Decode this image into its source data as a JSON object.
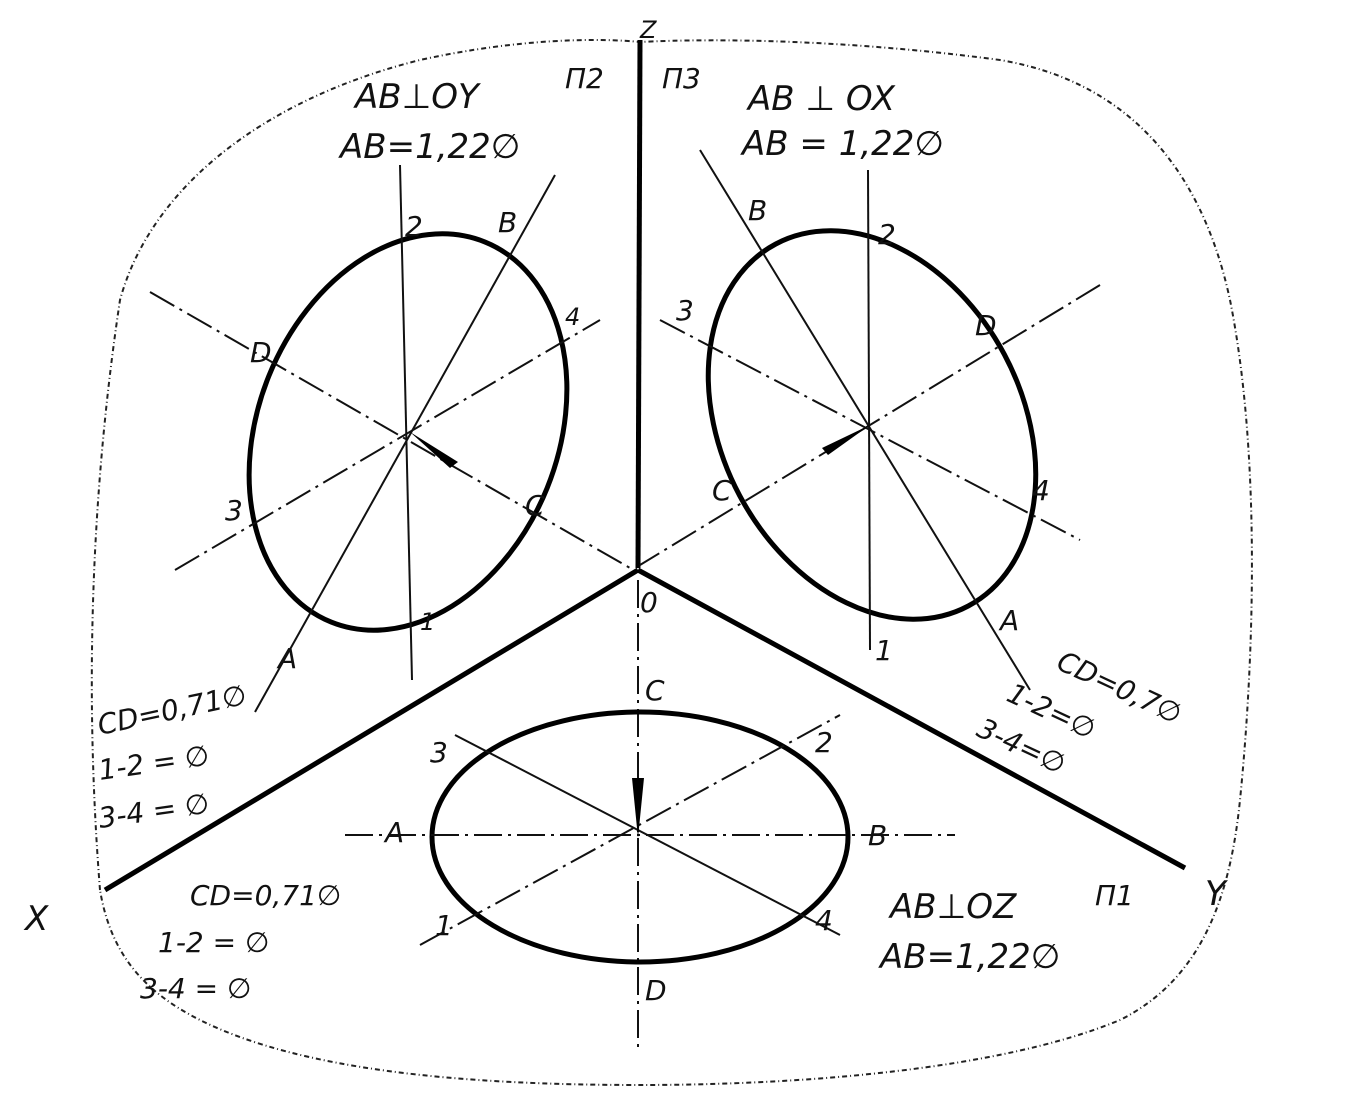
{
  "planes": {
    "p2": "П2",
    "p3": "П3",
    "p1": "П1"
  },
  "axes": {
    "x": "X",
    "y": "Y",
    "z_top": "Z",
    "origin": "0"
  },
  "left_ellipse": {
    "title_perp": "AB⊥OY",
    "title_len": "AB=1,22∅",
    "labels": {
      "b": "B",
      "two": "2",
      "four": "4",
      "d": "D",
      "three": "3",
      "c": "C",
      "one": "1",
      "a": "A"
    },
    "notes": [
      "CD=0,71∅",
      "1-2 = ∅",
      "3-4 = ∅"
    ]
  },
  "right_ellipse": {
    "title_perp": "AB ⊥ OX",
    "title_len": "AB = 1,22∅",
    "labels": {
      "b": "B",
      "two": "2",
      "three": "3",
      "d": "D",
      "c": "C",
      "four": "4",
      "one": "1",
      "a": "A"
    },
    "notes": [
      "CD=0,7∅",
      "1-2=∅",
      "3-4=∅"
    ]
  },
  "bottom_ellipse": {
    "title_perp": "AB⊥OZ",
    "title_len": "AB=1,22∅",
    "labels": {
      "c": "C",
      "three": "3",
      "two": "2",
      "a": "A",
      "b": "B",
      "one": "1",
      "four": "4",
      "d": "D"
    },
    "notes": [
      "CD=0,71∅",
      "1-2 = ∅",
      "3-4 = ∅"
    ]
  }
}
